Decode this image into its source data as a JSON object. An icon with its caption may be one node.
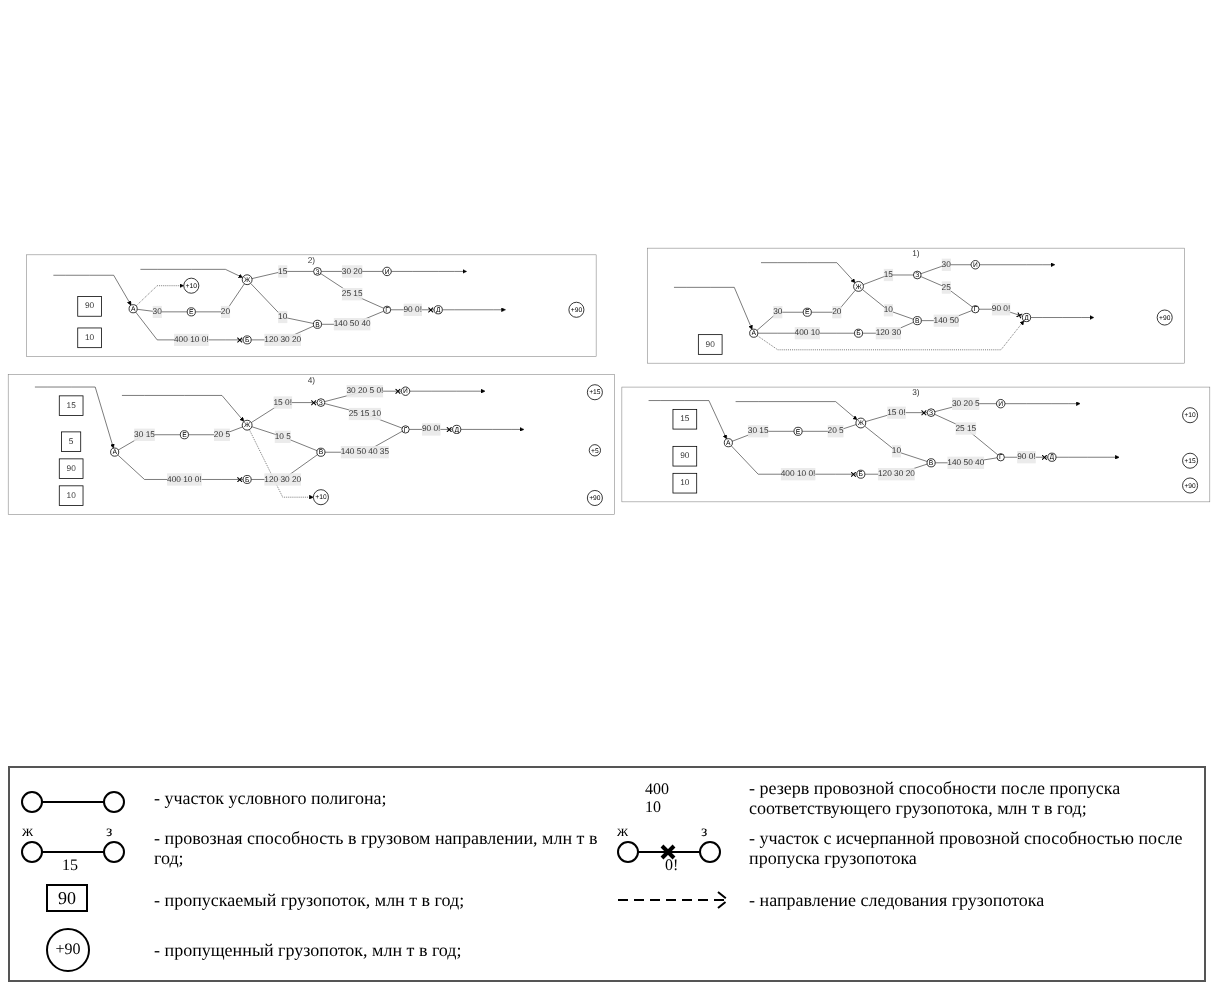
{
  "diagram": {
    "nodes": [
      {
        "text": [
          "1)"
        ]
      },
      {
        "text": [
          "А"
        ],
        "in": 0
      },
      {
        "text": [
          "Е"
        ],
        "in": 0
      },
      {
        "text": [
          "Ж"
        ],
        "in": 0
      },
      {
        "text": [
          "З"
        ],
        "in": 0
      },
      {
        "text": [
          "И"
        ],
        "in": 0
      },
      {
        "text": [
          "Б"
        ],
        "in": 0
      },
      {
        "text": [
          "В"
        ],
        "in": 0
      },
      {
        "text": [
          "Г"
        ],
        "in": 0
      },
      {
        "text": [
          "Д"
        ],
        "in": 0
      },
      {
        "text": [
          "90"
        ],
        "in": 0
      },
      {
        "text": [
          "+90"
        ],
        "in": 0
      },
      {
        "text": [
          "2)"
        ]
      },
      {
        "text": [
          "А"
        ],
        "in": 12
      },
      {
        "text": [
          "Е"
        ],
        "in": 12
      },
      {
        "text": [
          "Ж"
        ],
        "in": 12
      },
      {
        "text": [
          "З"
        ],
        "in": 12
      },
      {
        "text": [
          "И"
        ],
        "in": 12
      },
      {
        "text": [
          "Б"
        ],
        "in": 12
      },
      {
        "text": [
          "В"
        ],
        "in": 12
      },
      {
        "text": [
          "Г"
        ],
        "in": 12
      },
      {
        "text": [
          "Д"
        ],
        "in": 12
      },
      {
        "text": [
          "90"
        ],
        "in": 12
      },
      {
        "text": [
          "10"
        ],
        "in": 12
      },
      {
        "text": [
          "+10"
        ],
        "in": 12
      },
      {
        "text": [
          "+90"
        ],
        "in": 12
      },
      {
        "text": [
          "3)"
        ]
      },
      {
        "text": [
          "А"
        ],
        "in": 26
      },
      {
        "text": [
          "Е"
        ],
        "in": 26
      },
      {
        "text": [
          "Ж"
        ],
        "in": 26
      },
      {
        "text": [
          "З"
        ],
        "in": 26
      },
      {
        "text": [
          "И"
        ],
        "in": 26
      },
      {
        "text": [
          "Б"
        ],
        "in": 26
      },
      {
        "text": [
          "В"
        ],
        "in": 26
      },
      {
        "text": [
          "Г"
        ],
        "in": 26
      },
      {
        "text": [
          "Д"
        ],
        "in": 26
      },
      {
        "text": [
          "15"
        ],
        "in": 26
      },
      {
        "text": [
          "90"
        ],
        "in": 26
      },
      {
        "text": [
          "10"
        ],
        "in": 26
      },
      {
        "text": [
          "+10"
        ],
        "in": 26
      },
      {
        "text": [
          "+15"
        ],
        "in": 26
      },
      {
        "text": [
          "+90"
        ],
        "in": 26
      },
      {
        "text": [
          "4)"
        ]
      },
      {
        "text": [
          "А"
        ],
        "in": 42
      },
      {
        "text": [
          "Е"
        ],
        "in": 42
      },
      {
        "text": [
          "Ж"
        ],
        "in": 42
      },
      {
        "text": [
          "З"
        ],
        "in": 42
      },
      {
        "text": [
          "И"
        ],
        "in": 42
      },
      {
        "text": [
          "Б"
        ],
        "in": 42
      },
      {
        "text": [
          "В"
        ],
        "in": 42
      },
      {
        "text": [
          "Г"
        ],
        "in": 42
      },
      {
        "text": [
          "Д"
        ],
        "in": 42
      },
      {
        "text": [
          "15"
        ],
        "in": 42
      },
      {
        "text": [
          "5"
        ],
        "in": 42
      },
      {
        "text": [
          "90"
        ],
        "in": 42
      },
      {
        "text": [
          "10"
        ],
        "in": 42
      },
      {
        "text": [
          "+10"
        ],
        "in": 42
      },
      {
        "text": [
          "+15"
        ],
        "in": 42
      },
      {
        "text": [
          "+5"
        ],
        "in": 42
      },
      {
        "text": [
          "+90"
        ],
        "in": 42
      }
    ],
    "edges": [
      {
        "from": null,
        "to": 1,
        "arrow": "to"
      },
      {
        "from": null,
        "to": 3,
        "arrow": "to"
      },
      {
        "from": 1,
        "to": 2,
        "arrow": "none",
        "label": "30"
      },
      {
        "from": 2,
        "to": 3,
        "arrow": "none",
        "label": "20"
      },
      {
        "from": 3,
        "to": 4,
        "arrow": "none",
        "label": "15"
      },
      {
        "from": 4,
        "to": 5,
        "arrow": "none",
        "label": "30"
      },
      {
        "from": 3,
        "to": 7,
        "arrow": "none",
        "label": "10"
      },
      {
        "from": 4,
        "to": 8,
        "arrow": "none",
        "label": "25"
      },
      {
        "from": 1,
        "to": 6,
        "arrow": "none",
        "label": "400 10"
      },
      {
        "from": 6,
        "to": 7,
        "arrow": "none",
        "label": "120 30"
      },
      {
        "from": 7,
        "to": 8,
        "arrow": "none",
        "label": "140 50"
      },
      {
        "from": 8,
        "to": 9,
        "arrow": "other",
        "label": "90 0!"
      },
      {
        "from": 5,
        "to": null,
        "arrow": "to"
      },
      {
        "from": 9,
        "to": null,
        "arrow": "to"
      },
      {
        "from": 1,
        "to": 9,
        "arrow": "to",
        "style": "dashed"
      },
      {
        "from": null,
        "to": 13,
        "arrow": "to"
      },
      {
        "from": null,
        "to": 15,
        "arrow": "to"
      },
      {
        "from": 13,
        "to": 14,
        "arrow": "none",
        "label": "30"
      },
      {
        "from": 14,
        "to": 15,
        "arrow": "none",
        "label": "20"
      },
      {
        "from": 15,
        "to": 16,
        "arrow": "none",
        "label": "15"
      },
      {
        "from": 16,
        "to": 17,
        "arrow": "none",
        "label": "30 20"
      },
      {
        "from": 15,
        "to": 19,
        "arrow": "none",
        "label": "10"
      },
      {
        "from": 16,
        "to": 20,
        "arrow": "none",
        "label": "25 15"
      },
      {
        "from": 13,
        "to": 18,
        "arrow": "other",
        "label": "400 10 0!"
      },
      {
        "from": 18,
        "to": 19,
        "arrow": "none",
        "label": "120 30 20"
      },
      {
        "from": 19,
        "to": 20,
        "arrow": "none",
        "label": "140 50 40"
      },
      {
        "from": 20,
        "to": 21,
        "arrow": "other",
        "label": "90 0!"
      },
      {
        "from": 17,
        "to": null,
        "arrow": "to"
      },
      {
        "from": 21,
        "to": null,
        "arrow": "to"
      },
      {
        "from": 13,
        "to": 24,
        "arrow": "to",
        "style": "dashed"
      },
      {
        "from": null,
        "to": 27,
        "arrow": "to"
      },
      {
        "from": null,
        "to": 29,
        "arrow": "to"
      },
      {
        "from": 27,
        "to": 28,
        "arrow": "none",
        "label": "30 15"
      },
      {
        "from": 28,
        "to": 29,
        "arrow": "none",
        "label": "20 5"
      },
      {
        "from": 29,
        "to": 30,
        "arrow": "other",
        "label": "15 0!"
      },
      {
        "from": 30,
        "to": 31,
        "arrow": "none",
        "label": "30 20 5"
      },
      {
        "from": 29,
        "to": 33,
        "arrow": "none",
        "label": "10"
      },
      {
        "from": 30,
        "to": 34,
        "arrow": "none",
        "label": "25 15"
      },
      {
        "from": 27,
        "to": 32,
        "arrow": "other",
        "label": "400 10 0!"
      },
      {
        "from": 32,
        "to": 33,
        "arrow": "none",
        "label": "120 30 20"
      },
      {
        "from": 33,
        "to": 34,
        "arrow": "none",
        "label": "140 50 40"
      },
      {
        "from": 34,
        "to": 35,
        "arrow": "other",
        "label": "90 0!"
      },
      {
        "from": 31,
        "to": null,
        "arrow": "to"
      },
      {
        "from": 35,
        "to": null,
        "arrow": "to"
      },
      {
        "from": null,
        "to": 43,
        "arrow": "to"
      },
      {
        "from": null,
        "to": 45,
        "arrow": "to"
      },
      {
        "from": 43,
        "to": 44,
        "arrow": "none",
        "label": "30 15"
      },
      {
        "from": 44,
        "to": 45,
        "arrow": "none",
        "label": "20 5"
      },
      {
        "from": 45,
        "to": 46,
        "arrow": "other",
        "label": "15 0!"
      },
      {
        "from": 46,
        "to": 47,
        "arrow": "other",
        "label": "30 20 5 0!"
      },
      {
        "from": 45,
        "to": 49,
        "arrow": "none",
        "label": "10 5"
      },
      {
        "from": 46,
        "to": 50,
        "arrow": "none",
        "label": "25 15 10"
      },
      {
        "from": 43,
        "to": 48,
        "arrow": "other",
        "label": "400 10 0!"
      },
      {
        "from": 48,
        "to": 49,
        "arrow": "none",
        "label": "120 30 20"
      },
      {
        "from": 49,
        "to": 50,
        "arrow": "none",
        "label": "140 50 40 35"
      },
      {
        "from": 50,
        "to": 51,
        "arrow": "other",
        "label": "90 0!"
      },
      {
        "from": 47,
        "to": null,
        "arrow": "to"
      },
      {
        "from": 51,
        "to": null,
        "arrow": "to"
      },
      {
        "from": 45,
        "to": 56,
        "arrow": "to",
        "style": "dashed"
      }
    ],
    "labels": [
      "ж",
      "з",
      "15",
      "90",
      "+90",
      "400 10",
      "ж",
      "з",
      "0!"
    ],
    "legend": [
      {
        "text": "- участок условного полигона;"
      },
      {
        "text": "- провозная способность в грузовом направлении, млн т в год;"
      },
      {
        "text": "- пропускаемый грузопоток, млн т в год;"
      },
      {
        "text": "- пропущенный грузопоток, млн т в год;"
      },
      {
        "text": "- резерв провозной способности после пропуска соответствующего грузопотока, млн т в год;"
      },
      {
        "text": "- участок с исчерпанной провозной способностью после пропуска грузопотока"
      },
      {
        "text": "- направление следования грузопотока"
      }
    ]
  }
}
